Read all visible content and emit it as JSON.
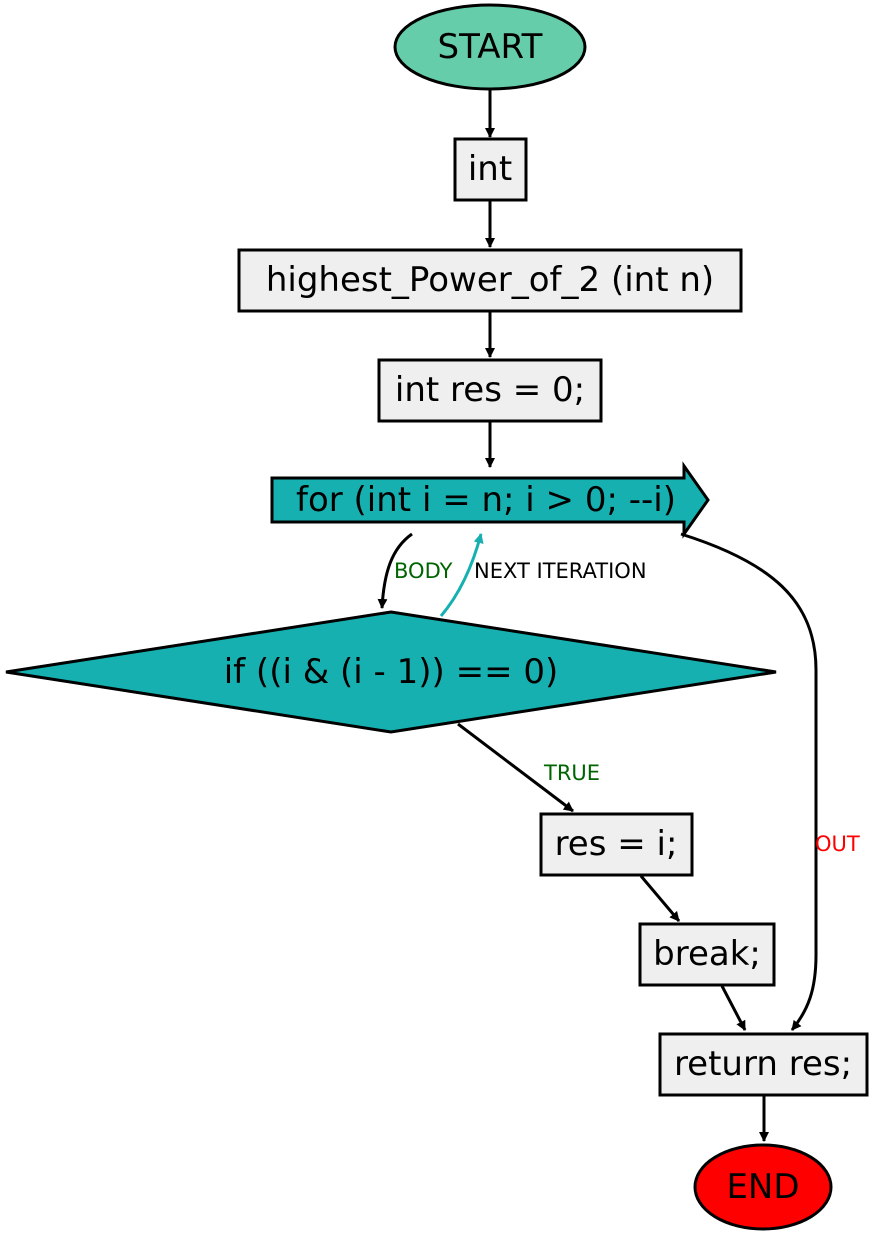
{
  "nodes": {
    "start": "START",
    "type": "int",
    "signature": "highest_Power_of_2 (int n)",
    "init": "int res = 0;",
    "loop": "for (int i = n; i > 0; --i)",
    "condition": "if ((i & (i - 1)) == 0)",
    "assign": "res = i;",
    "break": "break;",
    "return": "return res;",
    "end": "END"
  },
  "edges": {
    "body": "BODY",
    "next_iteration": "NEXT ITERATION",
    "true": "TRUE",
    "out": "OUT"
  },
  "colors": {
    "start_fill": "#66cdaa",
    "end_fill": "#ff0000",
    "box_fill": "#efefef",
    "loop_fill": "#17b0b0",
    "condition_fill": "#17b0b0",
    "body_label": "#006400",
    "true_label": "#006400",
    "next_iteration_edge": "#17b0b0",
    "out_label": "#ff0000"
  }
}
